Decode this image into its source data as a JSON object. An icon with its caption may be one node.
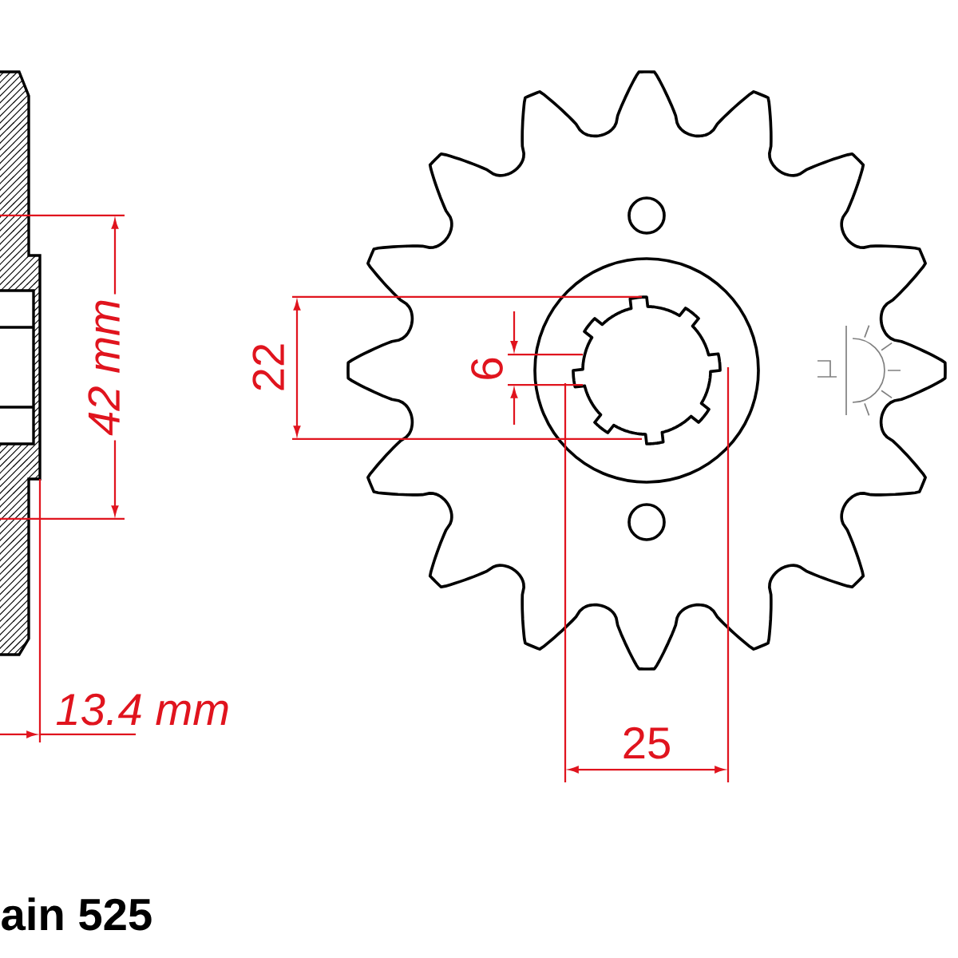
{
  "diagram": {
    "labels": [
      "42 mm",
      "22",
      "6",
      "13.4 mm",
      "25",
      "ain 525"
    ]
  }
}
